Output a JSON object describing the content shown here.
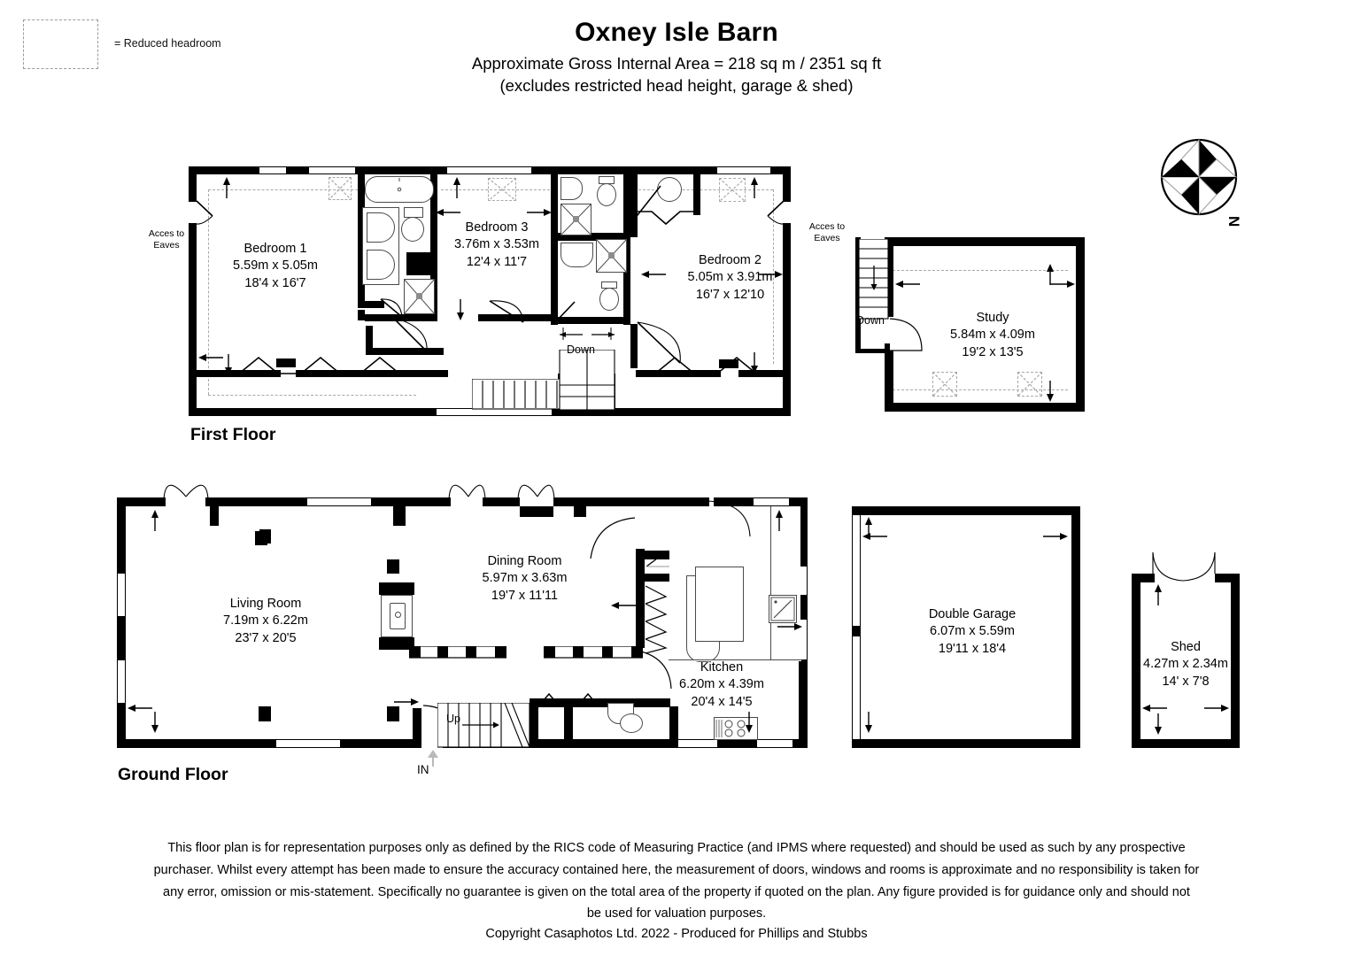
{
  "legend": {
    "text": "= Reduced headroom"
  },
  "header": {
    "title": "Oxney Isle Barn",
    "subtitle1": "Approximate Gross Internal Area = 218 sq m / 2351 sq ft",
    "subtitle2": "(excludes restricted head height, garage & shed)"
  },
  "compass": {
    "north_label": "N"
  },
  "floors": [
    {
      "key": "first",
      "label": "First Floor"
    },
    {
      "key": "ground",
      "label": "Ground Floor"
    }
  ],
  "first_floor": {
    "label": "First Floor",
    "rooms": [
      {
        "name": "Bedroom 1",
        "metric": "5.59m x 5.05m",
        "imperial": "18'4 x 16'7"
      },
      {
        "name": "Bedroom 3",
        "metric": "3.76m x 3.53m",
        "imperial": "12'4 x 11'7"
      },
      {
        "name": "Bedroom 2",
        "metric": "5.05m x 3.91m",
        "imperial": "16'7 x 12'10"
      },
      {
        "name": "Study",
        "metric": "5.84m x 4.09m",
        "imperial": "19'2 x 13'5"
      }
    ],
    "notes": {
      "eaves_left": "Acces to\nEaves",
      "eaves_left_l1": "Acces to",
      "eaves_left_l2": "Eaves",
      "eaves_right_l1": "Acces to",
      "eaves_right_l2": "Eaves",
      "stair_down": "Down",
      "study_stair_down": "Down"
    }
  },
  "ground_floor": {
    "label": "Ground Floor",
    "rooms": [
      {
        "name": "Living Room",
        "metric": "7.19m x 6.22m",
        "imperial": "23'7 x 20'5"
      },
      {
        "name": "Dining Room",
        "metric": "5.97m x 3.63m",
        "imperial": "19'7 x 11'11"
      },
      {
        "name": "Kitchen",
        "metric": "6.20m x 4.39m",
        "imperial": "20'4 x 14'5"
      },
      {
        "name": "Double Garage",
        "metric": "6.07m x 5.59m",
        "imperial": "19'11 x 18'4"
      },
      {
        "name": "Shed",
        "metric": "4.27m x 2.34m",
        "imperial": "14' x 7'8"
      }
    ],
    "notes": {
      "stair_up": "Up",
      "entrance": "IN"
    }
  },
  "footer": {
    "disclaimer_line1": "This floor plan is for representation purposes only as defined by the RICS code of Measuring Practice (and IPMS where requested) and should be used as such by any prospective",
    "disclaimer_line2": "purchaser. Whilst every attempt has been made to ensure the accuracy contained here, the measurement of doors, windows and rooms is approximate and no responsibility is taken for",
    "disclaimer_line3": "any error, omission or mis-statement. Specifically no guarantee is given on the total area of the property if quoted on the plan. Any figure provided is for guidance only and should not",
    "disclaimer_line4": "be used for valuation purposes.",
    "copyright": "Copyright Casaphotos Ltd. 2022 - Produced for Phillips and Stubbs"
  },
  "colors": {
    "wall": "#000000",
    "headroom_dash": "#a8a8a8",
    "fixture_line": "#4a4a4a",
    "background": "#ffffff"
  }
}
